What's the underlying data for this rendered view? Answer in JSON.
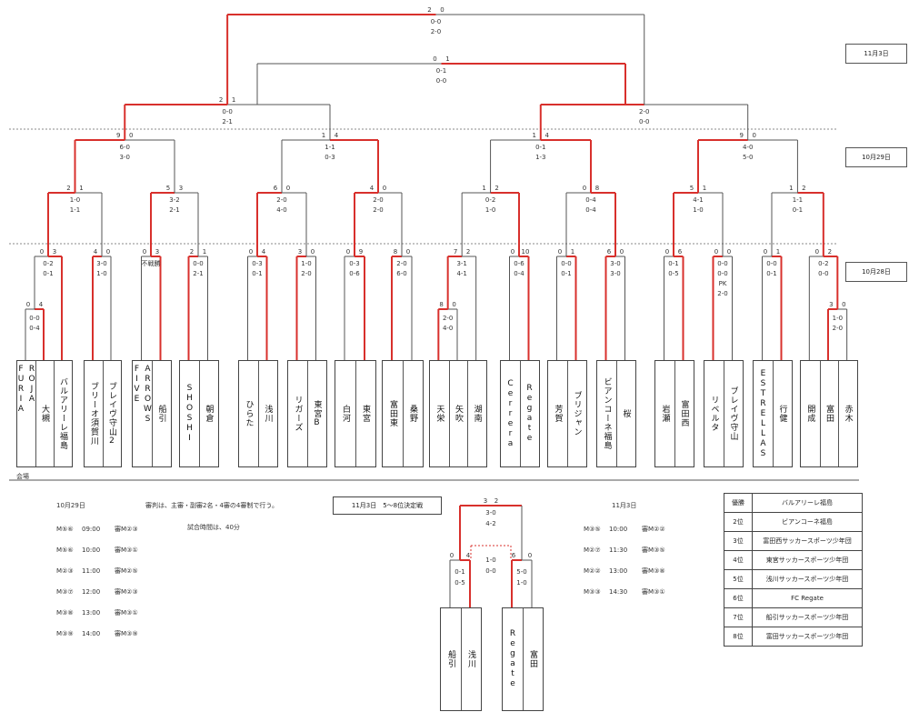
{
  "dates": {
    "final": "11月3日",
    "day2": "10月29日",
    "day1": "10月28日"
  },
  "venue_label": "会場",
  "teams": [
    {
      "name": "ROJA FURIA",
      "wrap": 5
    },
    {
      "name": "大槻",
      "wrap": 6
    },
    {
      "name": "バルアリーレ福島",
      "wrap": 6
    },
    {
      "name": "ブリーオ須賀川",
      "wrap": 6
    },
    {
      "name": "ブレイヴ守山2",
      "wrap": 6
    },
    {
      "name": "ARROWS FIVE",
      "wrap": 6
    },
    {
      "name": "船引",
      "wrap": 6
    },
    {
      "name": "SHOSHI",
      "wrap": 6
    },
    {
      "name": "朝倉",
      "wrap": 6
    },
    {
      "name": "ひらた",
      "wrap": 6
    },
    {
      "name": "浅川",
      "wrap": 6
    },
    {
      "name": "リガーズ",
      "wrap": 6
    },
    {
      "name": "東宮B",
      "wrap": 6
    },
    {
      "name": "白河",
      "wrap": 6
    },
    {
      "name": "東宮",
      "wrap": 6
    },
    {
      "name": "富田東",
      "wrap": 6
    },
    {
      "name": "桑野",
      "wrap": 6
    },
    {
      "name": "天栄",
      "wrap": 6
    },
    {
      "name": "矢吹",
      "wrap": 6
    },
    {
      "name": "湖南",
      "wrap": 6
    },
    {
      "name": "Cerrera",
      "wrap": 8
    },
    {
      "name": "Regate",
      "wrap": 8
    },
    {
      "name": "芳賀",
      "wrap": 6
    },
    {
      "name": "ブリジャン",
      "wrap": 6
    },
    {
      "name": "ビアンコーネ福島",
      "wrap": 8
    },
    {
      "name": "桜",
      "wrap": 6
    },
    {
      "name": "岩瀬",
      "wrap": 6
    },
    {
      "name": "富田西",
      "wrap": 6
    },
    {
      "name": "リベルタ",
      "wrap": 6
    },
    {
      "name": "ブレイヴ守山",
      "wrap": 6
    },
    {
      "name": "ESTRELLAS",
      "wrap": 10
    },
    {
      "name": "行健",
      "wrap": 6
    },
    {
      "name": "開成",
      "wrap": 6
    },
    {
      "name": "富田",
      "wrap": 6
    },
    {
      "name": "赤木",
      "wrap": 6
    }
  ],
  "matches": {
    "r0a": {
      "left": "0",
      "right": "4",
      "scores": [
        "0-0",
        "0-4"
      ]
    },
    "r0b": {
      "left": "8",
      "right": "0",
      "scores": [
        "2-0",
        "4-0"
      ]
    },
    "r0c": {
      "left": "3",
      "right": "0",
      "scores": [
        "1-0",
        "2-0"
      ]
    },
    "r1_1": {
      "left": "0",
      "right": "3",
      "scores": [
        "0-2",
        "0-1"
      ]
    },
    "r1_2": {
      "left": "4",
      "right": "0",
      "scores": [
        "3-0",
        "1-0"
      ]
    },
    "r1_3": {
      "left": "0",
      "right": "3",
      "scores": [],
      "note": "不戦勝"
    },
    "r1_4": {
      "left": "2",
      "right": "1",
      "scores": [
        "0-0",
        "2-1"
      ]
    },
    "r1_5": {
      "left": "0",
      "right": "4",
      "scores": [
        "0-3",
        "0-1"
      ]
    },
    "r1_6": {
      "left": "3",
      "right": "0",
      "scores": [
        "1-0",
        "2-0"
      ]
    },
    "r1_7": {
      "left": "0",
      "right": "9",
      "scores": [
        "0-3",
        "0-6"
      ]
    },
    "r1_8": {
      "left": "8",
      "right": "0",
      "scores": [
        "2-0",
        "6-0"
      ]
    },
    "r1_9": {
      "left": "7",
      "right": "2",
      "scores": [
        "3-1",
        "4-1"
      ]
    },
    "r1_10": {
      "left": "0",
      "right": "10",
      "scores": [
        "0-6",
        "0-4"
      ]
    },
    "r1_11": {
      "left": "0",
      "right": "1",
      "scores": [
        "0-0",
        "0-1"
      ]
    },
    "r1_12": {
      "left": "6",
      "right": "0",
      "scores": [
        "3-0",
        "3-0"
      ]
    },
    "r1_13": {
      "left": "0",
      "right": "6",
      "scores": [
        "0-1",
        "0-5"
      ]
    },
    "r1_14": {
      "left": "0",
      "right": "0",
      "scores": [
        "0-0",
        "0-0",
        "PK",
        "2-0"
      ]
    },
    "r1_15": {
      "left": "0",
      "right": "1",
      "scores": [
        "0-0",
        "0-1"
      ]
    },
    "r1_16": {
      "left": "0",
      "right": "2",
      "scores": [
        "0-2",
        "0-0"
      ]
    },
    "r2_1": {
      "left": "2",
      "right": "1",
      "scores": [
        "1-0",
        "1-1"
      ]
    },
    "r2_2": {
      "left": "5",
      "right": "3",
      "scores": [
        "3-2",
        "2-1"
      ]
    },
    "r2_3": {
      "left": "6",
      "right": "0",
      "scores": [
        "2-0",
        "4-0"
      ]
    },
    "r2_4": {
      "left": "4",
      "right": "0",
      "scores": [
        "2-0",
        "2-0"
      ]
    },
    "r2_5": {
      "left": "1",
      "right": "2",
      "scores": [
        "0-2",
        "1-0"
      ]
    },
    "r2_6": {
      "left": "0",
      "right": "8",
      "scores": [
        "0-4",
        "0-4"
      ]
    },
    "r2_7": {
      "left": "5",
      "right": "1",
      "scores": [
        "4-1",
        "1-0"
      ]
    },
    "r2_8": {
      "left": "1",
      "right": "2",
      "scores": [
        "1-1",
        "0-1"
      ]
    },
    "r3_1": {
      "left": "9",
      "right": "0",
      "scores": [
        "6-0",
        "3-0"
      ]
    },
    "r3_2": {
      "left": "1",
      "right": "4",
      "scores": [
        "1-1",
        "0-3"
      ]
    },
    "r3_3": {
      "left": "1",
      "right": "4",
      "scores": [
        "0-1",
        "1-3"
      ]
    },
    "r3_4": {
      "left": "9",
      "right": "0",
      "scores": [
        "4-0",
        "5-0"
      ]
    },
    "sf_1": {
      "left": "2",
      "right": "1",
      "scores": [
        "0-0",
        "2-1"
      ]
    },
    "sf_2": {
      "left": "",
      "right": "",
      "scores": [
        "2-0",
        "0-0"
      ]
    },
    "final": {
      "left": "2",
      "right": "0",
      "scores": [
        "0-0",
        "2-0"
      ]
    },
    "third": {
      "left": "0",
      "right": "1",
      "scores": [
        "0-1",
        "0-0"
      ]
    }
  },
  "schedule_oct29": {
    "date": "10月29日",
    "rows": [
      {
        "match": "M⑤⑥",
        "time": "09:00",
        "ref": "審M②③"
      },
      {
        "match": "M⑤⑥",
        "time": "10:00",
        "ref": "審M③①"
      },
      {
        "match": "M②③",
        "time": "11:00",
        "ref": "審M②⑤"
      },
      {
        "match": "M③⑦",
        "time": "12:00",
        "ref": "審M②③"
      },
      {
        "match": "M③⑧",
        "time": "13:00",
        "ref": "審M③①"
      },
      {
        "match": "M③⑨",
        "time": "14:00",
        "ref": "審M③⑨"
      }
    ]
  },
  "notes": [
    "審判は、主審・副審2名・4審の4審制で行う。",
    "試合時間は、40分"
  ],
  "placement": {
    "title": "11月3日　5～8位決定戦",
    "top": {
      "left": "3",
      "right": "2",
      "scores": [
        "3-0",
        "4-2"
      ]
    },
    "mid": {
      "scores": [
        "1-0",
        "0-0"
      ]
    },
    "left_match": {
      "left": "0",
      "right": "4",
      "scores": [
        "0-1",
        "0-5"
      ]
    },
    "right_match": {
      "left": "6",
      "right": "0",
      "scores": [
        "5-0",
        "1-0"
      ]
    },
    "teams": [
      "船引",
      "浅川",
      "Regate",
      "富田"
    ]
  },
  "schedule_nov3": {
    "date": "11月3日",
    "rows": [
      {
        "match": "M③⑤",
        "time": "10:00",
        "ref": "審M②②"
      },
      {
        "match": "M②⑦",
        "time": "11:30",
        "ref": "審M③⑤"
      },
      {
        "match": "M②②",
        "time": "13:00",
        "ref": "審M③⑧"
      },
      {
        "match": "M③③",
        "time": "14:30",
        "ref": "審M③①"
      }
    ]
  },
  "standings": [
    {
      "rank": "優勝",
      "team": "バルアリーレ福島"
    },
    {
      "rank": "2位",
      "team": "ビアンコーネ福島"
    },
    {
      "rank": "3位",
      "team": "富田西サッカースポーツ少年団"
    },
    {
      "rank": "4位",
      "team": "東宮サッカースポーツ少年団"
    },
    {
      "rank": "5位",
      "team": "浅川サッカースポーツ少年団"
    },
    {
      "rank": "6位",
      "team": "FC Regate"
    },
    {
      "rank": "7位",
      "team": "船引サッカースポーツ少年団"
    },
    {
      "rank": "8位",
      "team": "富田サッカースポーツ少年団"
    }
  ],
  "colors": {
    "win": "#d8302c",
    "line": "#555555"
  }
}
